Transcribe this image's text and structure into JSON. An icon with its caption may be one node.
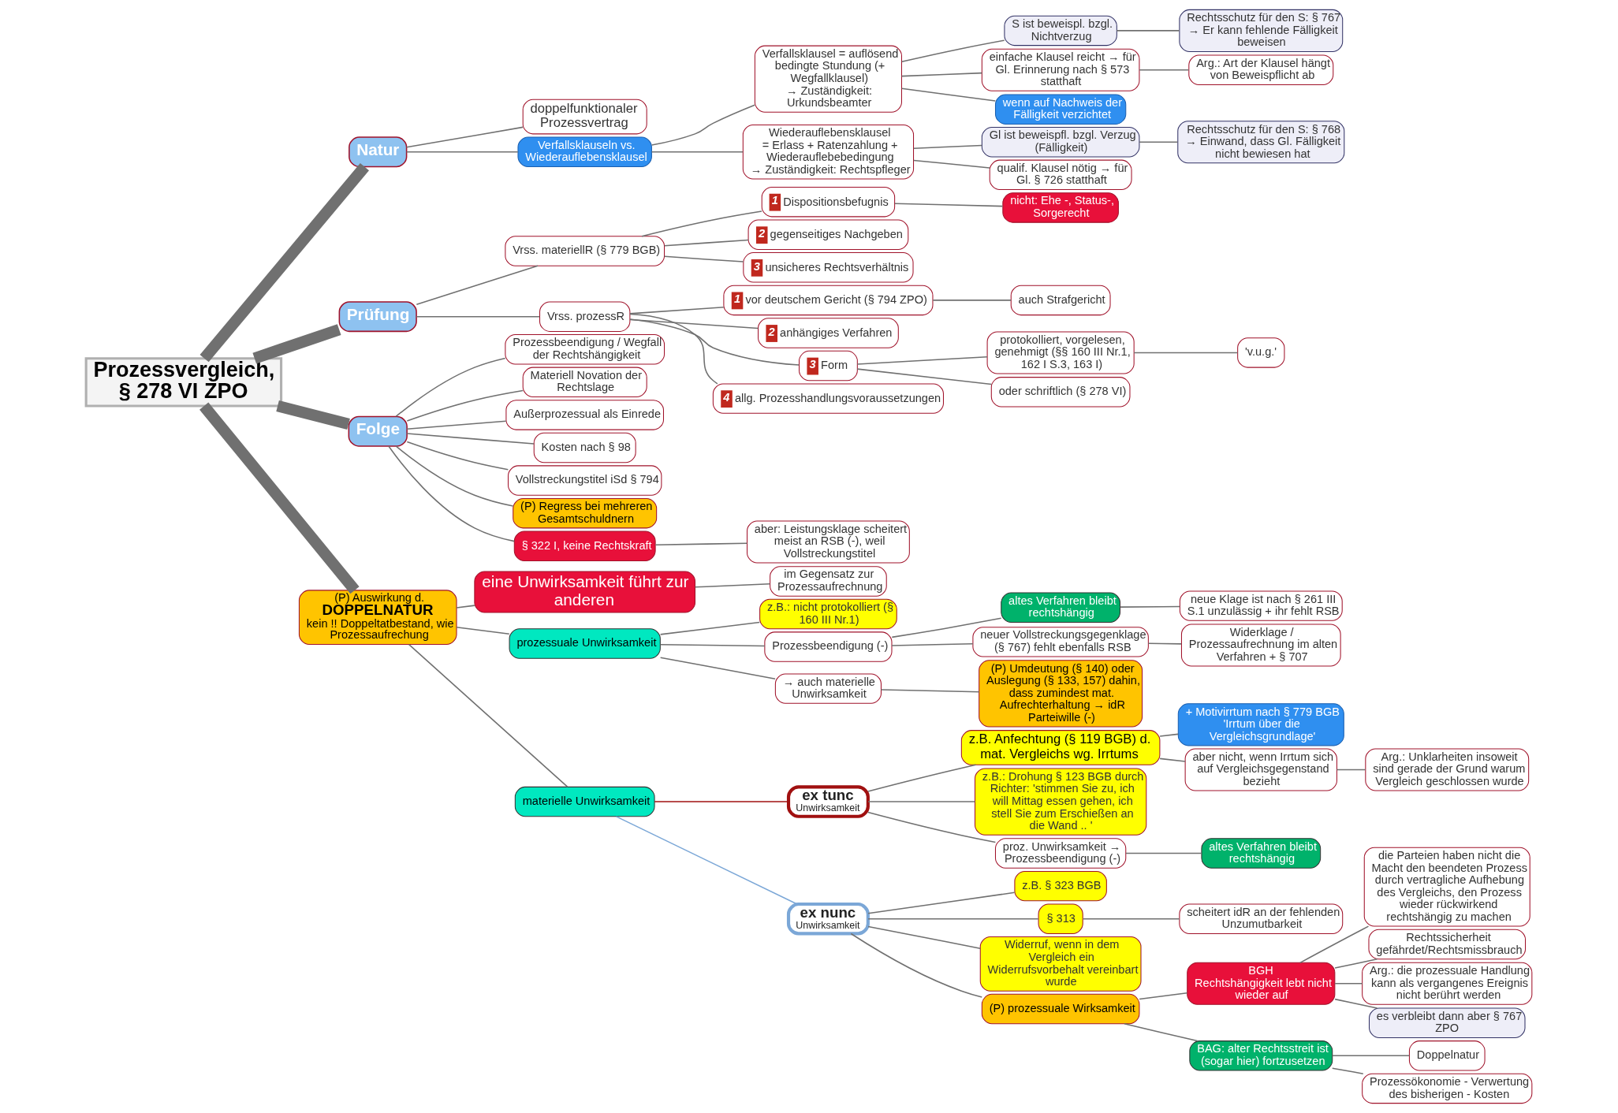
{
  "diagram": {
    "nodes": [
      {
        "text": [
          "Prozessvergleich, § 278 VI ZPO"
        ]
      },
      {
        "text": [
          "Natur"
        ]
      },
      {
        "text": [
          "doppelfunktionaler Prozessvertrag"
        ]
      },
      {
        "text": [
          "Verfallsklauseln vs. Wiederauflebensklausel"
        ]
      },
      {
        "text": [
          "Verfallsklausel = auflösend bedingte Stundung (+ Wegfallklausel)",
          "→ Zuständigkeit: Urkundsbeamter"
        ]
      },
      {
        "text": [
          "S ist beweispl. bzgl. Nichtverzug"
        ]
      },
      {
        "text": [
          "Rechtsschutz für den S: § 767 → Er kann fehlende Fälligkeit beweisen"
        ]
      },
      {
        "text": [
          "einfache Klausel reicht → für Gl. Erinnerung nach § 573 statthaft"
        ]
      },
      {
        "text": [
          "Arg.: Art der Klausel hängt von Beweispflicht ab"
        ]
      },
      {
        "text": [
          "wenn auf Nachweis der Fälligkeit verzichtet"
        ]
      },
      {
        "text": [
          "Wiederauflebensklausel",
          "= Erlass + Ratenzahlung + Wiederauflebebedingung",
          "→ Zuständigkeit: Rechtspfleger"
        ]
      },
      {
        "text": [
          "Gl ist beweispfl. bzgl. Verzug (Fälligkeit)"
        ]
      },
      {
        "text": [
          "Rechtsschutz für den S: § 768 → Einwand, dass Gl. Fälligkeit nicht bewiesen hat"
        ]
      },
      {
        "text": [
          "qualif. Klausel nötig → für Gl. § 726 statthaft"
        ]
      },
      {
        "text": [
          "Prüfung"
        ]
      },
      {
        "text": [
          "Vrss. materiellR (§ 779 BGB)"
        ]
      },
      {
        "text": [
          "1",
          "Dispositionsbefugnis"
        ]
      },
      {
        "text": [
          "nicht: Ehe -, Status-, Sorgerecht"
        ]
      },
      {
        "text": [
          "2",
          "gegenseitiges Nachgeben"
        ]
      },
      {
        "text": [
          "3",
          "unsicheres Rechtsverhältnis"
        ]
      },
      {
        "text": [
          "Vrss. prozessR"
        ]
      },
      {
        "text": [
          "1",
          "vor deutschem Gericht (§ 794 ZPO)"
        ]
      },
      {
        "text": [
          "auch Strafgericht"
        ]
      },
      {
        "text": [
          "2",
          "anhängiges Verfahren"
        ]
      },
      {
        "text": [
          "3",
          "Form"
        ]
      },
      {
        "text": [
          "protokolliert, vorgelesen, genehmigt (§§ 160 III Nr.1, 162 I S.3, 163 I)"
        ]
      },
      {
        "text": [
          "'v.u.g.'"
        ]
      },
      {
        "text": [
          "oder schriftlich (§ 278 VI)"
        ]
      },
      {
        "text": [
          "4",
          "allg. Prozesshandlungsvoraussetzungen"
        ]
      },
      {
        "text": [
          "Folge"
        ]
      },
      {
        "text": [
          "Prozessbeendigung / Wegfall der Rechtshängigkeit"
        ]
      },
      {
        "text": [
          "Materiell Novation der Rechtslage"
        ]
      },
      {
        "text": [
          "Außerprozessual als Einrede"
        ]
      },
      {
        "text": [
          "Kosten nach § 98"
        ]
      },
      {
        "text": [
          "Vollstreckungstitel iSd § 794"
        ]
      },
      {
        "text": [
          "(P) Regress bei mehreren Gesamtschuldnern"
        ]
      },
      {
        "text": [
          "§ 322 I, keine Rechtskraft"
        ]
      },
      {
        "text": [
          "aber: Leistungsklage scheitert meist an RSB (-), weil Vollstreckungstitel"
        ]
      },
      {
        "text": [
          "(P) Auswirkung d.",
          "DOPPELNATUR",
          "kein !! Doppeltatbestand, wie Prozessaufrechung"
        ]
      },
      {
        "text": [
          "eine Unwirksamkeit führt zur anderen"
        ]
      },
      {
        "text": [
          "im Gegensatz zur Prozessaufrechnung"
        ]
      },
      {
        "text": [
          "prozessuale Unwirksamkeit"
        ]
      },
      {
        "text": [
          "z.B.: nicht protokolliert (§ 160 III Nr.1)"
        ]
      },
      {
        "text": [
          "Prozessbeendigung (-)"
        ]
      },
      {
        "text": [
          "altes Verfahren bleibt rechtshängig"
        ]
      },
      {
        "text": [
          "neue Klage ist nach § 261 III S.1 unzulässig + ihr fehlt RSB"
        ]
      },
      {
        "text": [
          "neuer Vollstreckungsgegenklage (§ 767) fehlt ebenfalls RSB"
        ]
      },
      {
        "text": [
          "Widerklage / Prozessaufrechnung im alten Verfahren + § 707"
        ]
      },
      {
        "text": [
          "→ auch materielle Unwirksamkeit"
        ]
      },
      {
        "text": [
          "(P) Umdeutung (§ 140) oder Auslegung (§ 133, 157) dahin, dass zumindest mat. Aufrechterhaltung → idR Parteiwille (-)"
        ]
      },
      {
        "text": [
          "materielle Unwirksamkeit"
        ]
      },
      {
        "text": [
          "ex tunc",
          "Unwirksamkeit"
        ]
      },
      {
        "text": [
          "z.B. Anfechtung (§ 119 BGB) d. mat. Vergleichs wg. Irrtums"
        ]
      },
      {
        "text": [
          "+ Motivirrtum nach § 779 BGB 'Irrtum über die Vergleichsgrundlage'"
        ]
      },
      {
        "text": [
          "aber nicht, wenn Irrtum sich auf Vergleichsgegenstand bezieht"
        ]
      },
      {
        "text": [
          "Arg.: Unklarheiten insoweit sind gerade der Grund warum Vergleich geschlossen wurde"
        ]
      },
      {
        "text": [
          "z.B.: Drohung § 123 BGB durch Richter: 'stimmen Sie zu, ich will Mittag essen gehen, ich stell Sie zum Erschießen an die Wand .. '"
        ]
      },
      {
        "text": [
          "proz. Unwirksamkeit → Prozessbeendigung (-)"
        ]
      },
      {
        "text": [
          "altes Verfahren bleibt rechtshängig"
        ]
      },
      {
        "text": [
          "ex nunc",
          "Unwirksamkeit"
        ]
      },
      {
        "text": [
          "z.B. § 323 BGB"
        ]
      },
      {
        "text": [
          "§ 313"
        ]
      },
      {
        "text": [
          "scheitert idR an der fehlenden Unzumutbarkeit"
        ]
      },
      {
        "text": [
          "Widerruf, wenn in dem Vergleich ein Widerrufsvorbehalt vereinbart wurde"
        ]
      },
      {
        "text": [
          "(P) prozessuale Wirksamkeit"
        ]
      },
      {
        "text": [
          "BGH",
          "Rechtshängigkeit lebt nicht wieder auf"
        ]
      },
      {
        "text": [
          "die Parteien haben nicht die Macht den beendeten Prozess durch vertragliche Aufhebung des Vergleichs, den Prozess wieder rückwirkend rechtshängig zu machen"
        ]
      },
      {
        "text": [
          "Rechtssicherheit gefährdet/Rechtsmissbrauch"
        ]
      },
      {
        "text": [
          "Arg.: die prozessuale Handlung kann als vergangenes Ereignis nicht berührt werden"
        ]
      },
      {
        "text": [
          "es verbleibt dann aber § 767 ZPO"
        ]
      },
      {
        "text": [
          "BAG: alter Rechtsstreit ist (sogar hier) fortzusetzen"
        ]
      },
      {
        "text": [
          "Doppelnatur"
        ]
      },
      {
        "text": [
          "Prozessökonomie - Verwertung des bisherigen - Kosten"
        ]
      }
    ],
    "edges": [
      {
        "from": 0,
        "to": 1,
        "arrow": "none",
        "style": "thick"
      },
      {
        "from": 1,
        "to": 2,
        "arrow": "none"
      },
      {
        "from": 1,
        "to": 3,
        "arrow": "none"
      },
      {
        "from": 3,
        "to": 4,
        "arrow": "none"
      },
      {
        "from": 4,
        "to": 5,
        "arrow": "none"
      },
      {
        "from": 5,
        "to": 6,
        "arrow": "none"
      },
      {
        "from": 4,
        "to": 7,
        "arrow": "none"
      },
      {
        "from": 7,
        "to": 8,
        "arrow": "none"
      },
      {
        "from": 4,
        "to": 9,
        "arrow": "none"
      },
      {
        "from": 3,
        "to": 10,
        "arrow": "none"
      },
      {
        "from": 10,
        "to": 11,
        "arrow": "none"
      },
      {
        "from": 11,
        "to": 12,
        "arrow": "none"
      },
      {
        "from": 10,
        "to": 13,
        "arrow": "none"
      },
      {
        "from": 0,
        "to": 14,
        "arrow": "none",
        "style": "thick"
      },
      {
        "from": 14,
        "to": 15,
        "arrow": "none"
      },
      {
        "from": 15,
        "to": 16,
        "arrow": "none"
      },
      {
        "from": 16,
        "to": 17,
        "arrow": "none"
      },
      {
        "from": 15,
        "to": 18,
        "arrow": "none"
      },
      {
        "from": 15,
        "to": 19,
        "arrow": "none"
      },
      {
        "from": 14,
        "to": 20,
        "arrow": "none"
      },
      {
        "from": 20,
        "to": 21,
        "arrow": "none"
      },
      {
        "from": 21,
        "to": 22,
        "arrow": "none"
      },
      {
        "from": 20,
        "to": 23,
        "arrow": "none"
      },
      {
        "from": 20,
        "to": 24,
        "arrow": "none"
      },
      {
        "from": 24,
        "to": 25,
        "arrow": "none"
      },
      {
        "from": 25,
        "to": 26,
        "arrow": "none"
      },
      {
        "from": 24,
        "to": 27,
        "arrow": "none"
      },
      {
        "from": 20,
        "to": 28,
        "arrow": "none"
      },
      {
        "from": 0,
        "to": 29,
        "arrow": "none",
        "style": "thick"
      },
      {
        "from": 29,
        "to": 30,
        "arrow": "none"
      },
      {
        "from": 29,
        "to": 31,
        "arrow": "none"
      },
      {
        "from": 29,
        "to": 32,
        "arrow": "none"
      },
      {
        "from": 29,
        "to": 33,
        "arrow": "none"
      },
      {
        "from": 29,
        "to": 34,
        "arrow": "none"
      },
      {
        "from": 29,
        "to": 35,
        "arrow": "none"
      },
      {
        "from": 29,
        "to": 36,
        "arrow": "none"
      },
      {
        "from": 36,
        "to": 37,
        "arrow": "none"
      },
      {
        "from": 0,
        "to": 38,
        "arrow": "none",
        "style": "thick"
      },
      {
        "from": 38,
        "to": 39,
        "arrow": "none"
      },
      {
        "from": 39,
        "to": 40,
        "arrow": "none"
      },
      {
        "from": 38,
        "to": 41,
        "arrow": "none"
      },
      {
        "from": 41,
        "to": 42,
        "arrow": "none"
      },
      {
        "from": 41,
        "to": 43,
        "arrow": "none"
      },
      {
        "from": 43,
        "to": 44,
        "arrow": "none"
      },
      {
        "from": 44,
        "to": 45,
        "arrow": "none"
      },
      {
        "from": 43,
        "to": 46,
        "arrow": "none"
      },
      {
        "from": 46,
        "to": 47,
        "arrow": "none"
      },
      {
        "from": 41,
        "to": 48,
        "arrow": "none"
      },
      {
        "from": 48,
        "to": 49,
        "arrow": "none"
      },
      {
        "from": 38,
        "to": 50,
        "arrow": "none"
      },
      {
        "from": 50,
        "to": 51,
        "arrow": "none",
        "color": "#a01010"
      },
      {
        "from": 51,
        "to": 52,
        "arrow": "none"
      },
      {
        "from": 52,
        "to": 53,
        "arrow": "none"
      },
      {
        "from": 52,
        "to": 54,
        "arrow": "none"
      },
      {
        "from": 54,
        "to": 55,
        "arrow": "none"
      },
      {
        "from": 51,
        "to": 56,
        "arrow": "none"
      },
      {
        "from": 51,
        "to": 57,
        "arrow": "none"
      },
      {
        "from": 57,
        "to": 58,
        "arrow": "none"
      },
      {
        "from": 50,
        "to": 59,
        "arrow": "none",
        "color": "#7ba7d7"
      },
      {
        "from": 59,
        "to": 60,
        "arrow": "none"
      },
      {
        "from": 59,
        "to": 61,
        "arrow": "none"
      },
      {
        "from": 61,
        "to": 62,
        "arrow": "none"
      },
      {
        "from": 59,
        "to": 63,
        "arrow": "none"
      },
      {
        "from": 59,
        "to": 64,
        "arrow": "none"
      },
      {
        "from": 64,
        "to": 65,
        "arrow": "none"
      },
      {
        "from": 65,
        "to": 66,
        "arrow": "none"
      },
      {
        "from": 65,
        "to": 67,
        "arrow": "none"
      },
      {
        "from": 65,
        "to": 68,
        "arrow": "none"
      },
      {
        "from": 65,
        "to": 69,
        "arrow": "none"
      },
      {
        "from": 64,
        "to": 70,
        "arrow": "none"
      },
      {
        "from": 70,
        "to": 71,
        "arrow": "none"
      },
      {
        "from": 70,
        "to": 72,
        "arrow": "none"
      }
    ]
  }
}
